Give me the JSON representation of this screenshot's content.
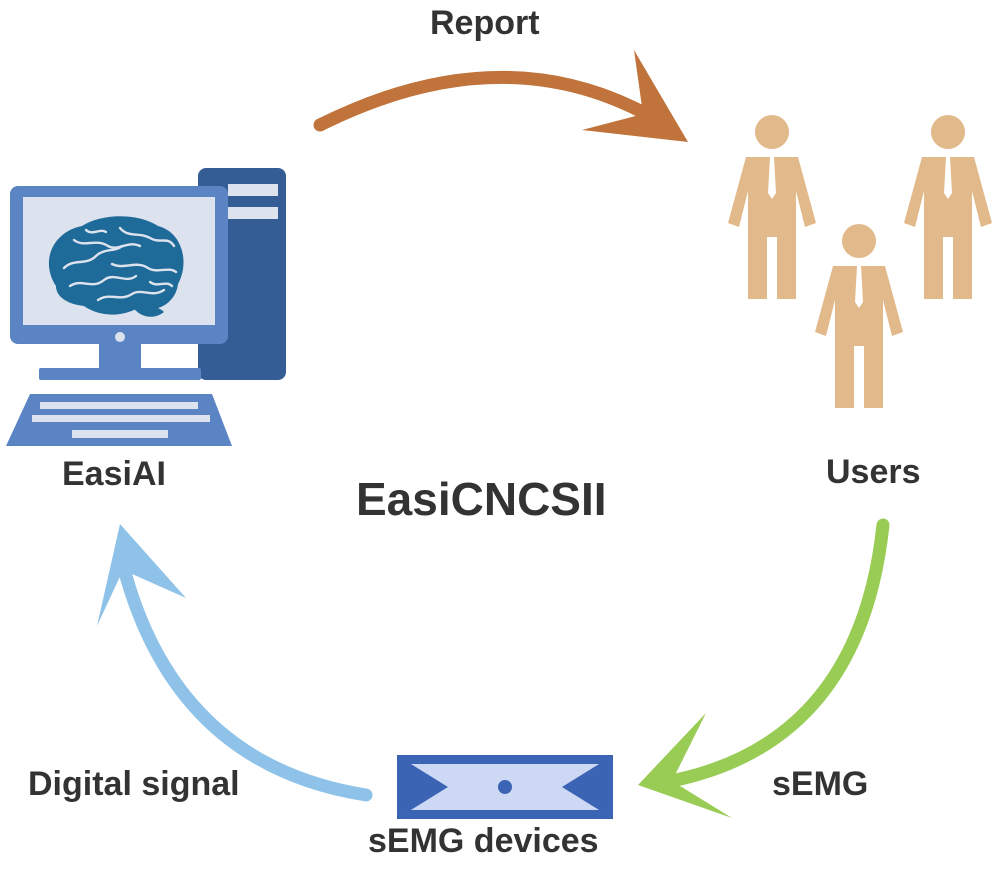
{
  "title": "EasiCNCSII",
  "nodes": {
    "computer": {
      "label": "EasiAI",
      "icon": "computer-brain-icon"
    },
    "users": {
      "label": "Users",
      "icon": "people-icon"
    },
    "device": {
      "label": "sEMG devices",
      "icon": "semg-device-icon"
    }
  },
  "arrows": {
    "report": {
      "label": "Report",
      "color": "#c0733a"
    },
    "semg": {
      "label": "sEMG",
      "color": "#99cc55"
    },
    "digital": {
      "label": "Digital signal",
      "color": "#8ec2e8"
    }
  },
  "colors": {
    "computer_dark": "#345d96",
    "computer_mid": "#5a84c4",
    "screen": "#dde3ee",
    "brain": "#1e6a98",
    "person": "#e2b98a",
    "device_fill": "#cdd8f4",
    "device_dark": "#3b64b4"
  }
}
